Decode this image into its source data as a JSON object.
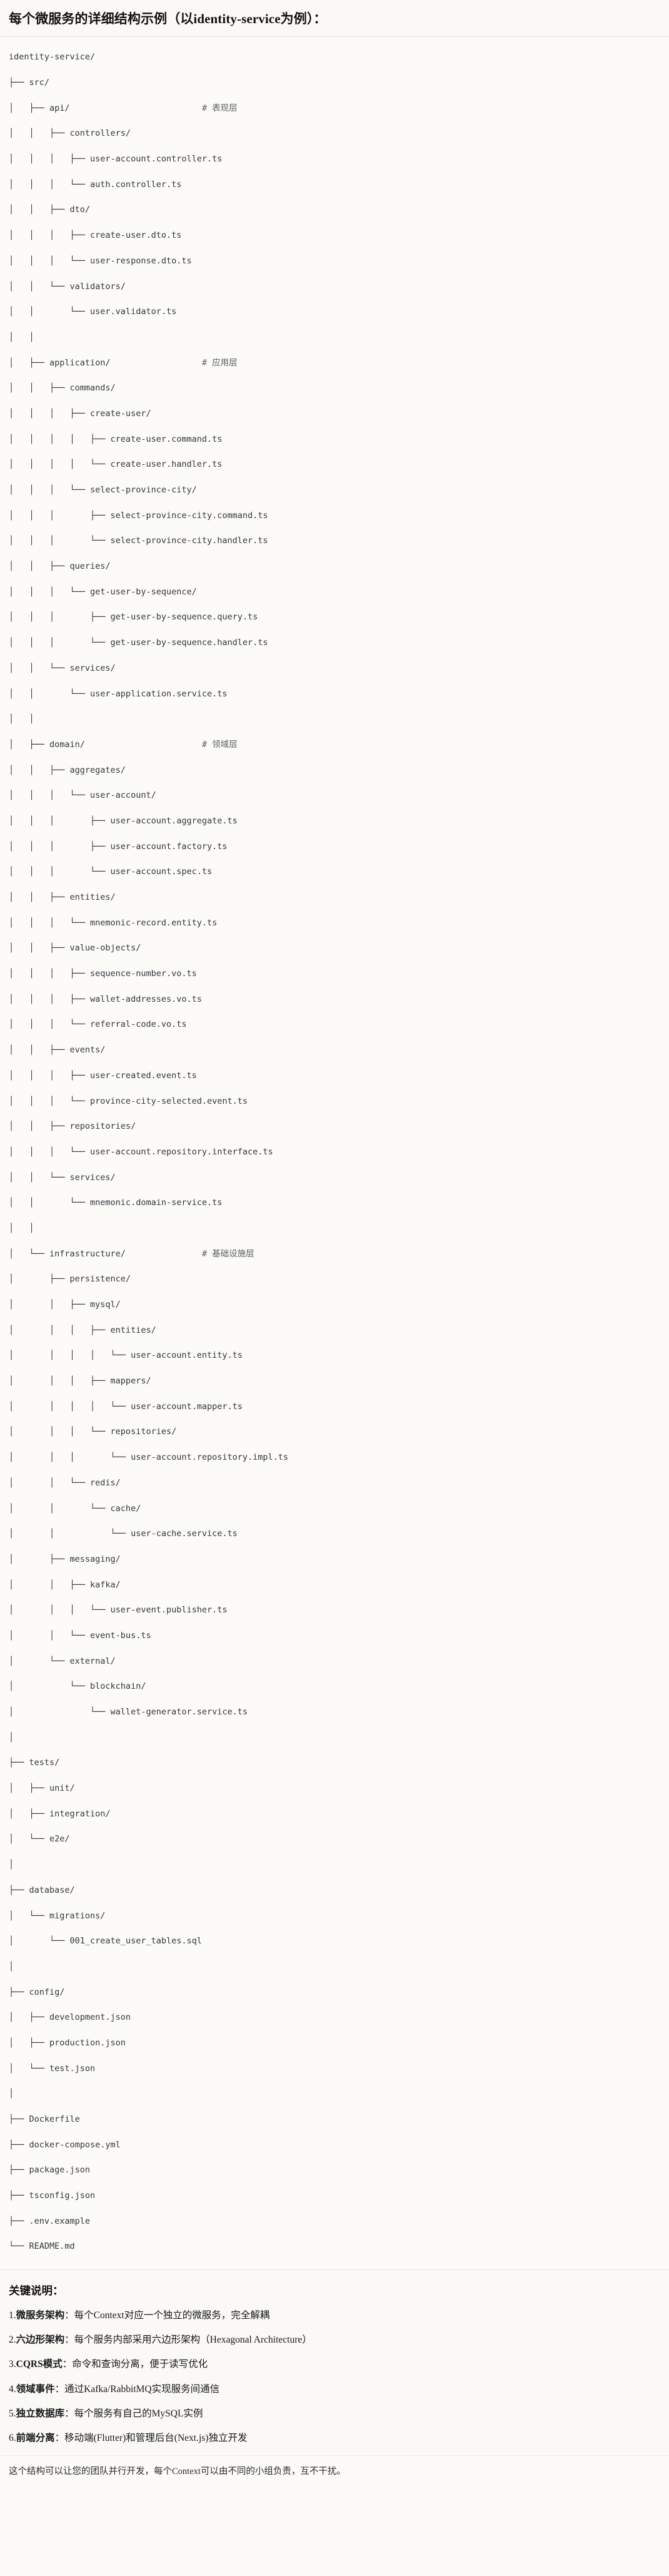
{
  "header": {
    "title": "每个微服务的详细结构示例（以identity-service为例）："
  },
  "tree": {
    "root": "identity-service/",
    "lines": [
      "identity-service/",
      "├── src/",
      "│   ├── api/                          # 表现层",
      "│   │   ├── controllers/",
      "│   │   │   ├── user-account.controller.ts",
      "│   │   │   └── auth.controller.ts",
      "│   │   ├── dto/",
      "│   │   │   ├── create-user.dto.ts",
      "│   │   │   └── user-response.dto.ts",
      "│   │   └── validators/",
      "│   │       └── user.validator.ts",
      "│   │",
      "│   ├── application/                  # 应用层",
      "│   │   ├── commands/",
      "│   │   │   ├── create-user/",
      "│   │   │   │   ├── create-user.command.ts",
      "│   │   │   │   └── create-user.handler.ts",
      "│   │   │   └── select-province-city/",
      "│   │   │       ├── select-province-city.command.ts",
      "│   │   │       └── select-province-city.handler.ts",
      "│   │   ├── queries/",
      "│   │   │   └── get-user-by-sequence/",
      "│   │   │       ├── get-user-by-sequence.query.ts",
      "│   │   │       └── get-user-by-sequence.handler.ts",
      "│   │   └── services/",
      "│   │       └── user-application.service.ts",
      "│   │",
      "│   ├── domain/                       # 领域层",
      "│   │   ├── aggregates/",
      "│   │   │   └── user-account/",
      "│   │   │       ├── user-account.aggregate.ts",
      "│   │   │       ├── user-account.factory.ts",
      "│   │   │       └── user-account.spec.ts",
      "│   │   ├── entities/",
      "│   │   │   └── mnemonic-record.entity.ts",
      "│   │   ├── value-objects/",
      "│   │   │   ├── sequence-number.vo.ts",
      "│   │   │   ├── wallet-addresses.vo.ts",
      "│   │   │   └── referral-code.vo.ts",
      "│   │   ├── events/",
      "│   │   │   ├── user-created.event.ts",
      "│   │   │   └── province-city-selected.event.ts",
      "│   │   ├── repositories/",
      "│   │   │   └── user-account.repository.interface.ts",
      "│   │   └── services/",
      "│   │       └── mnemonic.domain-service.ts",
      "│   │",
      "│   └── infrastructure/               # 基础设施层",
      "│       ├── persistence/",
      "│       │   ├── mysql/",
      "│       │   │   ├── entities/",
      "│       │   │   │   └── user-account.entity.ts",
      "│       │   │   ├── mappers/",
      "│       │   │   │   └── user-account.mapper.ts",
      "│       │   │   └── repositories/",
      "│       │   │       └── user-account.repository.impl.ts",
      "│       │   └── redis/",
      "│       │       └── cache/",
      "│       │           └── user-cache.service.ts",
      "│       ├── messaging/",
      "│       │   ├── kafka/",
      "│       │   │   └── user-event.publisher.ts",
      "│       │   └── event-bus.ts",
      "│       └── external/",
      "│           └── blockchain/",
      "│               └── wallet-generator.service.ts",
      "│",
      "├── tests/",
      "│   ├── unit/",
      "│   ├── integration/",
      "│   └── e2e/",
      "│",
      "├── database/",
      "│   └── migrations/",
      "│       └── 001_create_user_tables.sql",
      "│",
      "├── config/",
      "│   ├── development.json",
      "│   ├── production.json",
      "│   └── test.json",
      "│",
      "├── Dockerfile",
      "├── docker-compose.yml",
      "├── package.json",
      "├── tsconfig.json",
      "├── .env.example",
      "└── README.md"
    ],
    "layer_comments": [
      "# 表现层",
      "# 应用层",
      "# 领域层",
      "# 基础设施层"
    ]
  },
  "notes": {
    "title": "关键说明：",
    "items": [
      {
        "num": "1.",
        "term": "微服务架构",
        "body": "：每个Context对应一个独立的微服务，完全解耦"
      },
      {
        "num": "2.",
        "term": "六边形架构",
        "body": "：每个服务内部采用六边形架构（Hexagonal Architecture）"
      },
      {
        "num": "3.",
        "term": "CQRS模式",
        "body": "：命令和查询分离，便于读写优化"
      },
      {
        "num": "4.",
        "term": "领域事件",
        "body": "：通过Kafka/RabbitMQ实现服务间通信"
      },
      {
        "num": "5.",
        "term": "独立数据库",
        "body": "：每个服务有自己的MySQL实例"
      },
      {
        "num": "6.",
        "term": "前端分离",
        "body": "：移动端(Flutter)和管理后台(Next.js)独立开发"
      }
    ]
  },
  "closing": {
    "text": "这个结构可以让您的团队并行开发，每个Context可以由不同的小组负责，互不干扰。"
  },
  "colors": {
    "page_background": "#fbfaf7",
    "code_background": "#fcfbf8",
    "code_text": "#32363c",
    "comment_text": "#5c6066",
    "heading_text": "#14110f",
    "divider": "#e3e1dc"
  }
}
